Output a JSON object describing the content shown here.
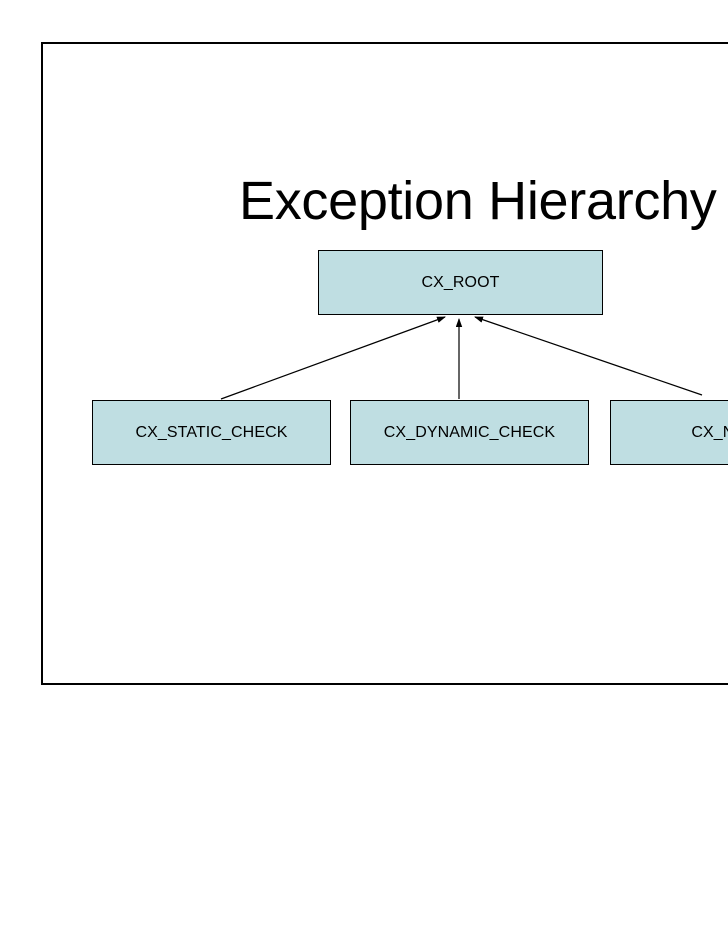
{
  "slide": {
    "title": "Exception Hierarchy",
    "background_color": "#ffffff",
    "frame_border_color": "#000000"
  },
  "diagram": {
    "type": "class-hierarchy",
    "node_fill_color": "#bfdee2",
    "node_border_color": "#000000",
    "connector_color": "#000000",
    "root": {
      "id": "cx-root",
      "label": "CX_ROOT"
    },
    "children": [
      {
        "id": "cx-static-check",
        "label": "CX_STATIC_CHECK",
        "parent": "cx-root"
      },
      {
        "id": "cx-dynamic-check",
        "label": "CX_DYNAMIC_CHECK",
        "parent": "cx-root"
      },
      {
        "id": "cx-no-check",
        "label": "CX_NO_C",
        "parent": "cx-root",
        "truncated": true
      }
    ],
    "edges": [
      {
        "from": "cx-static-check",
        "to": "cx-root",
        "arrow": "generalization"
      },
      {
        "from": "cx-dynamic-check",
        "to": "cx-root",
        "arrow": "generalization"
      },
      {
        "from": "cx-no-check",
        "to": "cx-root",
        "arrow": "generalization"
      }
    ]
  }
}
